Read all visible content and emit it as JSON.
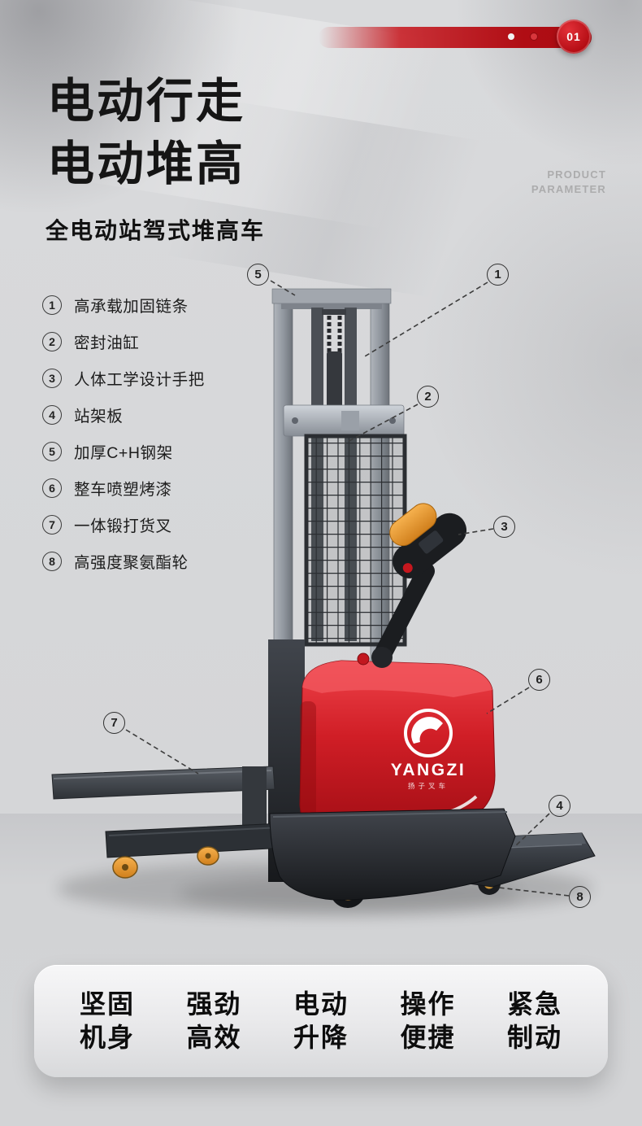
{
  "page": {
    "index_badge": "01",
    "title_line1": "电动行走",
    "title_line2": "电动堆高",
    "watermark_line1": "PRODUCT",
    "watermark_line2": "PARAMETER",
    "subtitle": "全电动站驾式堆高车"
  },
  "features": [
    {
      "num": "1",
      "label": "高承载加固链条"
    },
    {
      "num": "2",
      "label": "密封油缸"
    },
    {
      "num": "3",
      "label": "人体工学设计手把"
    },
    {
      "num": "4",
      "label": "站架板"
    },
    {
      "num": "5",
      "label": "加厚C+H钢架"
    },
    {
      "num": "6",
      "label": "整车喷塑烤漆"
    },
    {
      "num": "7",
      "label": "一体锻打货叉"
    },
    {
      "num": "8",
      "label": "高强度聚氨酯轮"
    }
  ],
  "callouts": [
    {
      "num": "5"
    },
    {
      "num": "1"
    },
    {
      "num": "2"
    },
    {
      "num": "3"
    },
    {
      "num": "6"
    },
    {
      "num": "7"
    },
    {
      "num": "4"
    },
    {
      "num": "8"
    }
  ],
  "brand": {
    "logo_text": "YANGZI",
    "logo_subtext": "扬子叉车"
  },
  "bottom_badges": [
    {
      "line1": "坚固",
      "line2": "机身"
    },
    {
      "line1": "强劲",
      "line2": "高效"
    },
    {
      "line1": "电动",
      "line2": "升降"
    },
    {
      "line1": "操作",
      "line2": "便捷"
    },
    {
      "line1": "紧急",
      "line2": "制动"
    }
  ],
  "colors": {
    "accent_red": "#b00d14",
    "body_red": "#d01e26",
    "orange": "#e09a3c",
    "text_dark": "#151515",
    "watermark_gray": "#acacad"
  }
}
